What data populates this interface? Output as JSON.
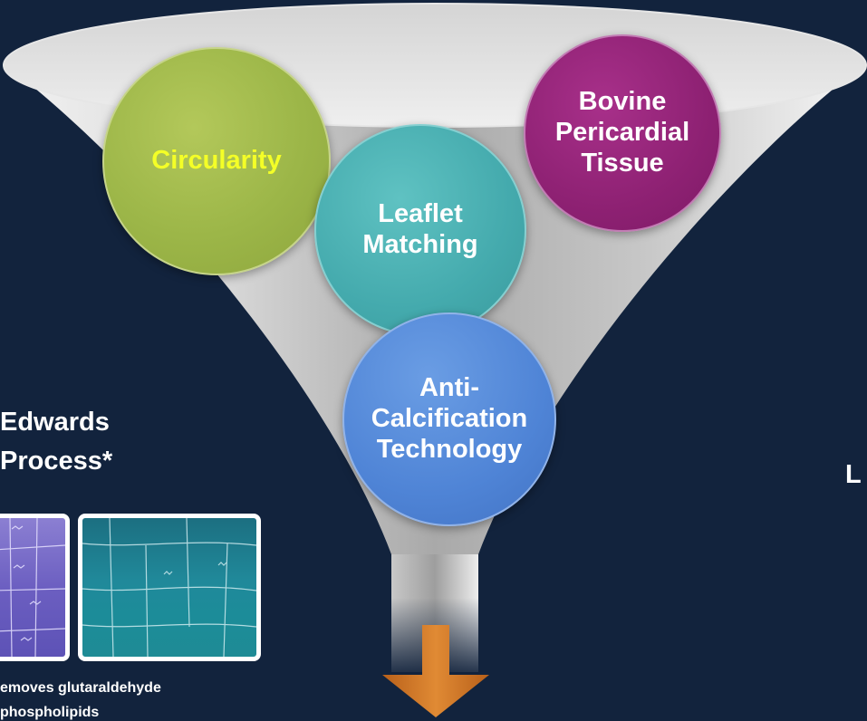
{
  "bubbles": {
    "circularity": "Circularity",
    "leaflet_line1": "Leaflet",
    "leaflet_line2": "Matching",
    "bovine_line1": "Bovine",
    "bovine_line2": "Pericardial",
    "bovine_line3": "Tissue",
    "anti_line1": "Anti-",
    "anti_line2": "Calcification",
    "anti_line3": "Technology"
  },
  "left_panel": {
    "title_line1": "Edwards",
    "title_line2": "Process*",
    "caption_line1": "emoves glutaraldehyde",
    "caption_line2": "phospholipids"
  },
  "right_panel": {
    "partial_text": "L"
  },
  "colors": {
    "background": "#12233d",
    "circularity": "#9cb648",
    "circularity_text": "#f4ff27",
    "leaflet": "#44aaad",
    "bovine": "#8e2173",
    "anti_calcification": "#4f84d6",
    "arrow": "#d97a25"
  }
}
